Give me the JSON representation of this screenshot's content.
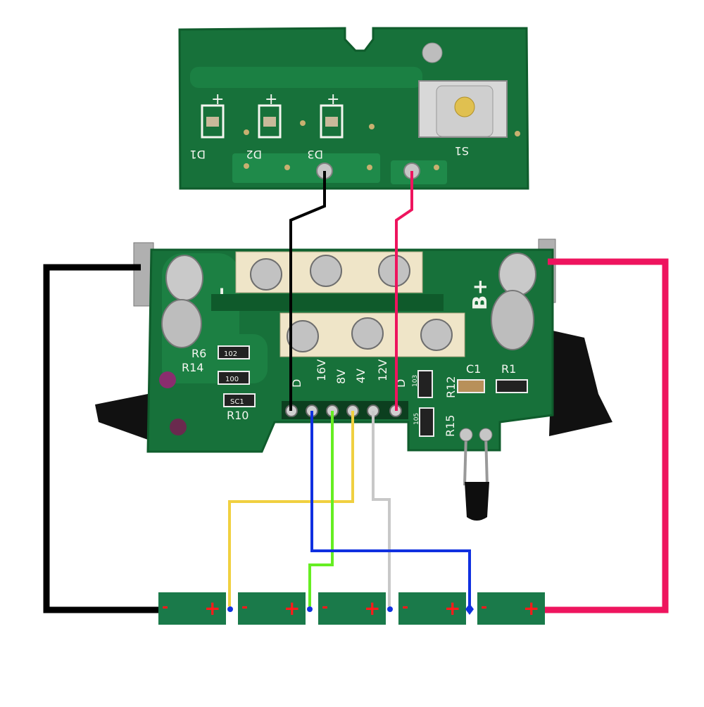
{
  "led_board": {
    "leds": [
      {
        "ref": "D1",
        "polarity": "+"
      },
      {
        "ref": "D2",
        "polarity": "+"
      },
      {
        "ref": "D3",
        "polarity": "+"
      }
    ],
    "switch_ref": "S1"
  },
  "bms_board": {
    "terminals": {
      "negative": "B-",
      "positive": "B+"
    },
    "components": [
      "R6",
      "R14",
      "R10",
      "R12",
      "R15",
      "C1",
      "R1"
    ],
    "smd_codes": [
      "102",
      "100",
      "SC1",
      "103",
      "105"
    ],
    "pins": [
      "D",
      "16V",
      "8V",
      "4V",
      "12V",
      "D"
    ]
  },
  "cells": [
    {
      "minus": "-",
      "plus": "+"
    },
    {
      "minus": "-",
      "plus": "+"
    },
    {
      "minus": "-",
      "plus": "+"
    },
    {
      "minus": "-",
      "plus": "+"
    },
    {
      "minus": "-",
      "plus": "+"
    }
  ],
  "colors": {
    "pcb": "#17713a",
    "pcb_dark": "#0e5a2b",
    "cell": "#1a7a4a",
    "sign": "#ff1a1a",
    "wire_black": "#000000",
    "wire_pink": "#ee145e",
    "wire_blue": "#1030e0",
    "wire_green": "#66ee22",
    "wire_yellow": "#f0d040",
    "wire_gray": "#c8c8c8"
  }
}
